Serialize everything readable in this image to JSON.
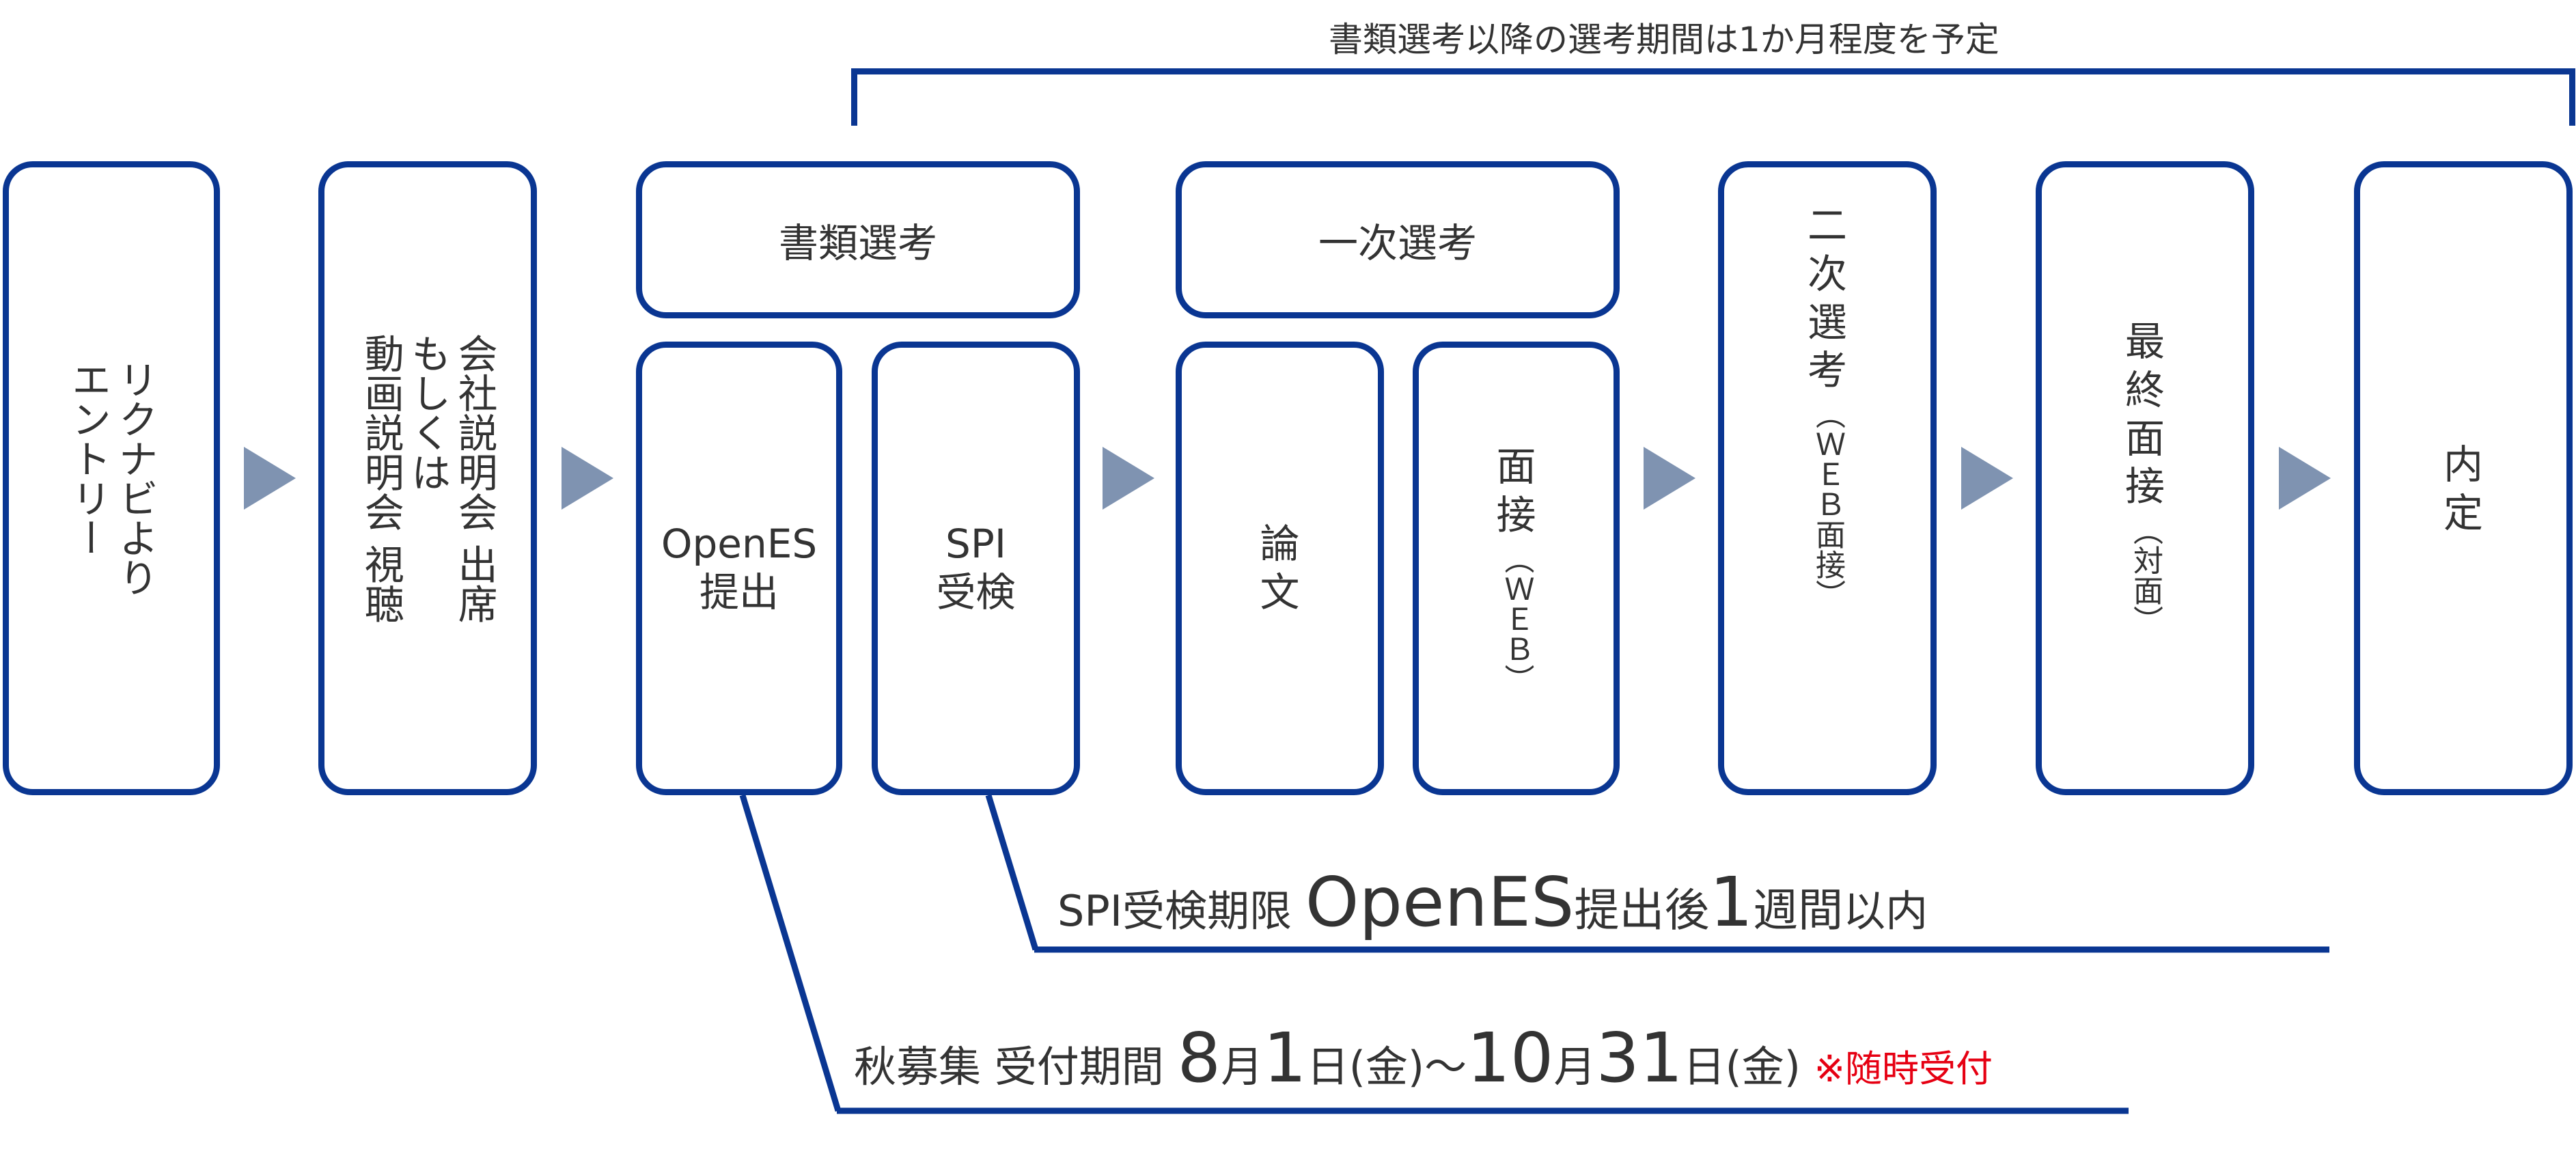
{
  "span_note": "書類選考以降の選考期間は1か月程度を予定",
  "steps": {
    "entry": "リクナビより\nエントリー",
    "seminar": "会社説明会 出席\nもしくは\n動画説明会 視聴",
    "doc_group": "書類選考",
    "openes": "OpenES\n提出",
    "spi": "SPI\n受検",
    "first_group": "一次選考",
    "essay": "論\n文",
    "interview1": "面\n接",
    "interview1_sub": "（ＷＥＢ）",
    "second": "二\n次\n選\n考",
    "second_sub": "（ＷＥＢ面接）",
    "final": "最\n終\n面\n接",
    "final_sub": "（対面）",
    "offer": "内\n定"
  },
  "spi_deadline": {
    "prefix": "SPI受検期限",
    "highlight": "OpenES",
    "mid": "提出後",
    "num": "1",
    "tail": "週間",
    "suffix": "以内"
  },
  "autumn_period": {
    "label": "秋募集 受付期間",
    "m1": "8",
    "u_month1": "月",
    "d1": "1",
    "u_day1": "日(金)～",
    "m2": "10",
    "u_month2": "月",
    "d2": "31",
    "u_day2": "日(金)",
    "note": "※随時受付"
  },
  "colors": {
    "border": "#0a3692",
    "arrow": "#7f93b1",
    "text": "#333333",
    "accent_red": "#e60012"
  }
}
